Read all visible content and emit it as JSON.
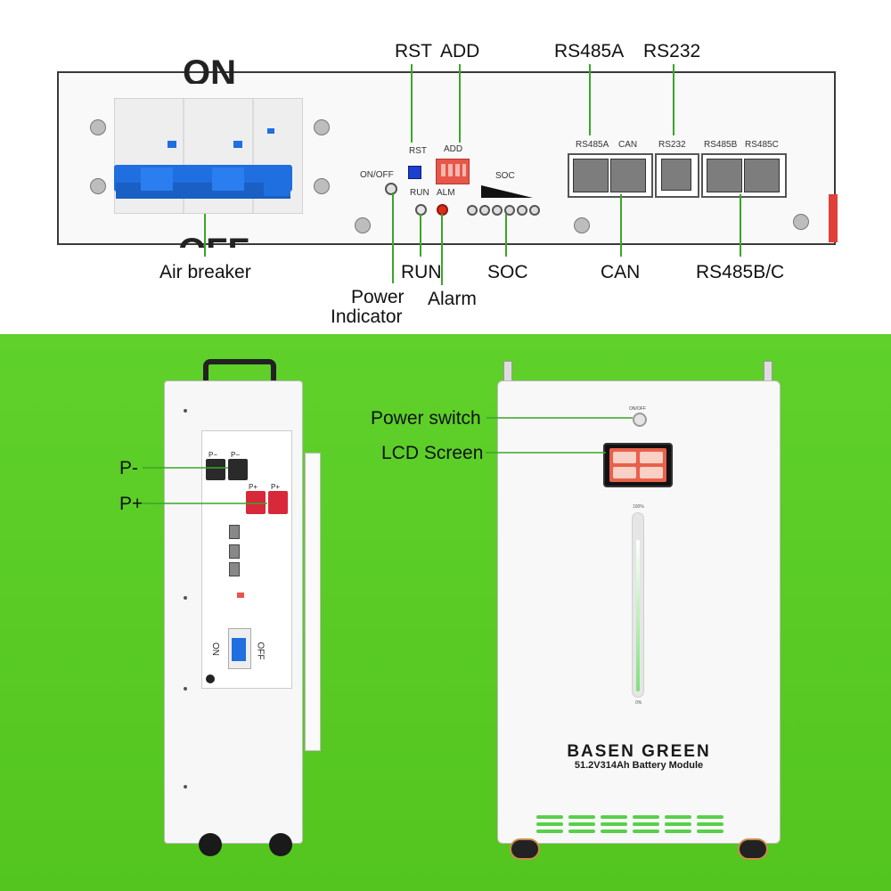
{
  "front_panel": {
    "breaker_on_text": "ON",
    "breaker_off_text": "OFF",
    "panel_labels": {
      "on_off": "ON/OFF",
      "rst": "RST",
      "add": "ADD",
      "run": "RUN",
      "alm": "ALM",
      "soc": "SOC",
      "rs485a": "RS485A",
      "can": "CAN",
      "rs232": "RS232",
      "rs485b": "RS485B",
      "rs485c": "RS485C"
    },
    "callouts": {
      "rst": "RST",
      "add": "ADD",
      "rs485a": "RS485A",
      "rs232": "RS232",
      "air_breaker": "Air breaker",
      "run": "RUN",
      "soc": "SOC",
      "can": "CAN",
      "rs485bc": "RS485B/C",
      "power_indicator_line1": "Power",
      "power_indicator_line2": "Indicator",
      "alarm": "Alarm"
    }
  },
  "side_view": {
    "callouts": {
      "p_minus": "P-",
      "p_plus": "P+"
    },
    "terminal_labels": {
      "p_minus": "P−",
      "p_plus": "P+"
    },
    "breaker_on": "ON",
    "breaker_off": "OFF"
  },
  "front_view": {
    "callouts": {
      "power_switch": "Power switch",
      "lcd_screen": "LCD Screen"
    },
    "on_off_mark": "ON/OFF",
    "gauge_top": "100%",
    "gauge_bottom": "0%",
    "brand": "BASEN GREEN",
    "model": "51.2V314Ah Battery Module"
  },
  "colors": {
    "green_background": "#55c720",
    "breaker_blue": "#1f6fe0",
    "terminal_red": "#d8283a",
    "alarm_red": "#e02a1a",
    "leader_line": "#3aa628",
    "lcd_accent": "#e8604a"
  }
}
